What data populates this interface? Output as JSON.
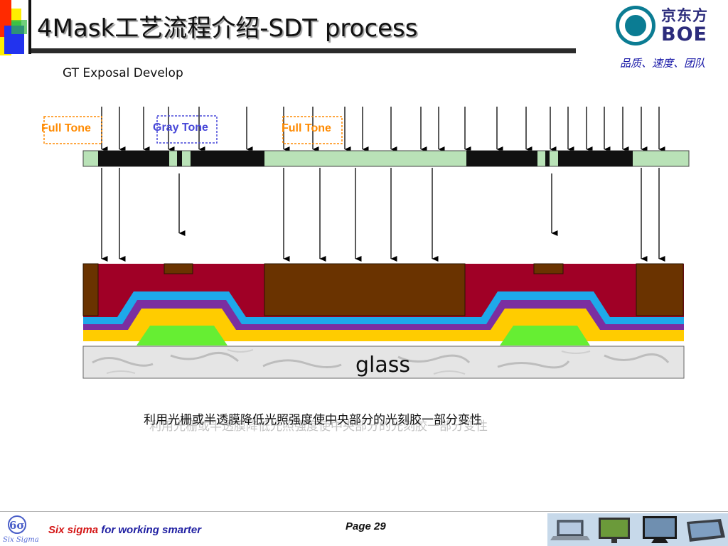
{
  "title": {
    "prefix": "4Mask工艺流程介绍",
    "suffix": "-SDT process"
  },
  "logo": {
    "cn": "京东方",
    "en": "BOE"
  },
  "slogan": "品质、速度、团队",
  "subtitle": "GT Exposal Develop",
  "labels": {
    "full_tone_left": "Full Tone",
    "gray_tone": "Gray Tone",
    "full_tone_right": "Full Tone"
  },
  "layers": {
    "glass": "glass"
  },
  "caption": "利用光栅或半透膜降低光照强度使中央部分的光刻胶一部分变性",
  "footer": {
    "slogan_red": "Six sigma",
    "slogan_blue": "for working smarter",
    "page": "Page 29"
  },
  "colors": {
    "mask_clear": "#b9e2b7",
    "mask_opaque": "#111111",
    "photoresist": "#a00026",
    "resist_remaining": "#6a3300",
    "layer_cyan": "#1ea9ea",
    "layer_purple": "#7b2fa0",
    "layer_yellow": "#ffcc00",
    "gate_green": "#66ee33",
    "full_tone_color": "#ff8a00",
    "gray_tone_color": "#4848d8",
    "glass": "#e5e5e5"
  }
}
